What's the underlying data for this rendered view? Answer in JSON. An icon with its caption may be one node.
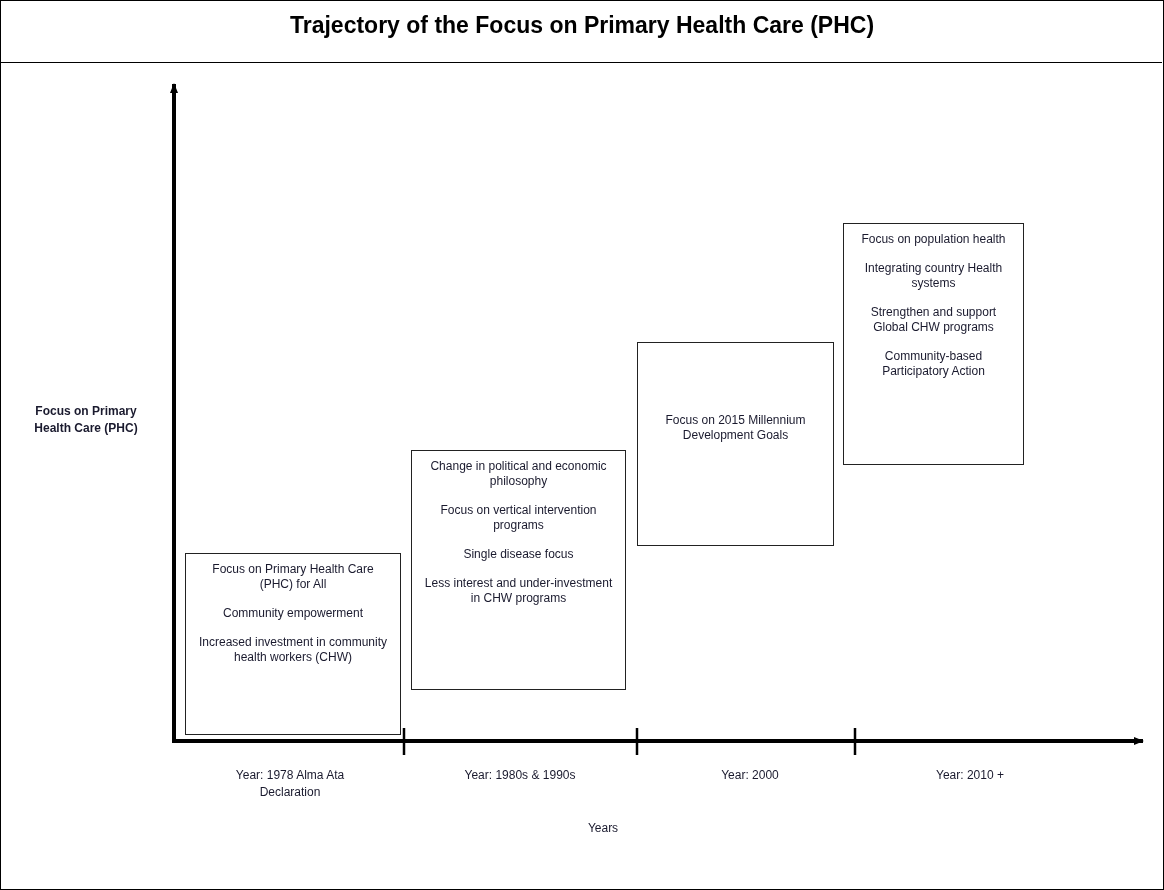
{
  "diagram": {
    "title": "Trajectory of the Focus on Primary Health Care (PHC)",
    "nodes": [
      {
        "text": [
          "Focus on Primary Health Care (PHC) for All",
          "Community empowerment",
          "Increased investment in community health workers (CHW)"
        ]
      },
      {
        "text": [
          "Change in political and economic philosophy",
          "Focus on vertical intervention programs",
          "Single disease focus",
          "Less interest and under-investment in CHW programs"
        ]
      },
      {
        "text": [
          "Focus on 2015 Millennium Development Goals"
        ]
      },
      {
        "text": [
          "Focus on population health",
          "Integrating country Health systems",
          "Strengthen and support Global CHW programs",
          "Community-based Participatory Action"
        ]
      }
    ],
    "labels": [
      "Focus on Primary Health Care (PHC)",
      "Year: 1978 Alma Ata Declaration",
      "Year: 1980s & 1990s",
      "Year: 2000",
      "Year: 2010 +",
      "Years"
    ]
  }
}
